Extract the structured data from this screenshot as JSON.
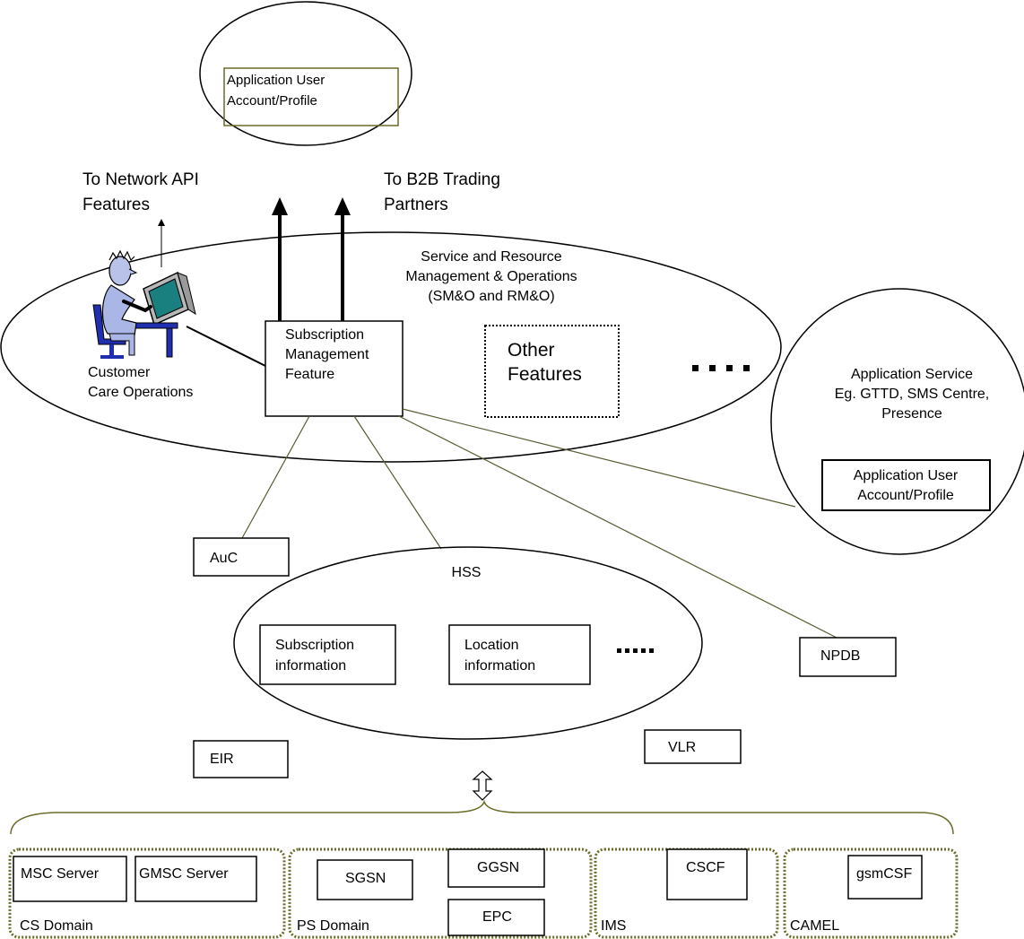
{
  "colors": {
    "stroke": "#000000",
    "link_line": "#5a5a32",
    "domain_border": "#6b6b2a",
    "top_box_border": "#6b6b2a",
    "person_skin": "#b9c2e8",
    "person_shirt": "#aab6e6",
    "chair": "#1f2fb0",
    "monitor": "#b8b8b8",
    "screen": "#1a7f7f"
  },
  "top_app": {
    "profile_line1": "Application User",
    "profile_line2": "Account/Profile"
  },
  "arrows": {
    "network_api_line1": "To Network API",
    "network_api_line2": "Features",
    "b2b_line1": "To B2B Trading",
    "b2b_line2": "Partners"
  },
  "smo": {
    "title_line1": "Service and Resource",
    "title_line2": "Management & Operations",
    "title_line3": "(SM&O and RM&O)",
    "customer_care_line1": "Customer",
    "customer_care_line2": "Care Operations",
    "subscription_line1": "Subscription",
    "subscription_line2": "Management",
    "subscription_line3": "Feature",
    "other_line1": "Other",
    "other_line2": "Features",
    "ellipsis": "...."
  },
  "app_service": {
    "title_line1": "Application Service",
    "title_line2": "Eg. GTTD, SMS Centre,",
    "title_line3": "Presence",
    "profile_line1": "Application User",
    "profile_line2": "Account/Profile"
  },
  "nodes": {
    "auc": "AuC",
    "npdb": "NPDB",
    "eir": "EIR",
    "vlr": "VLR"
  },
  "hss": {
    "title": "HSS",
    "subscription_line1": "Subscription",
    "subscription_line2": "information",
    "location_line1": "Location",
    "location_line2": "information",
    "ellipsis": "....."
  },
  "domains": {
    "cs": {
      "label": "CS Domain",
      "items": [
        "MSC Server",
        "GMSC Server"
      ]
    },
    "ps": {
      "label": "PS Domain",
      "items": [
        "SGSN",
        "GGSN",
        "EPC"
      ]
    },
    "ims": {
      "label": "IMS",
      "items": [
        "CSCF"
      ]
    },
    "camel": {
      "label": "CAMEL",
      "items": [
        "gsmCSF"
      ]
    }
  }
}
